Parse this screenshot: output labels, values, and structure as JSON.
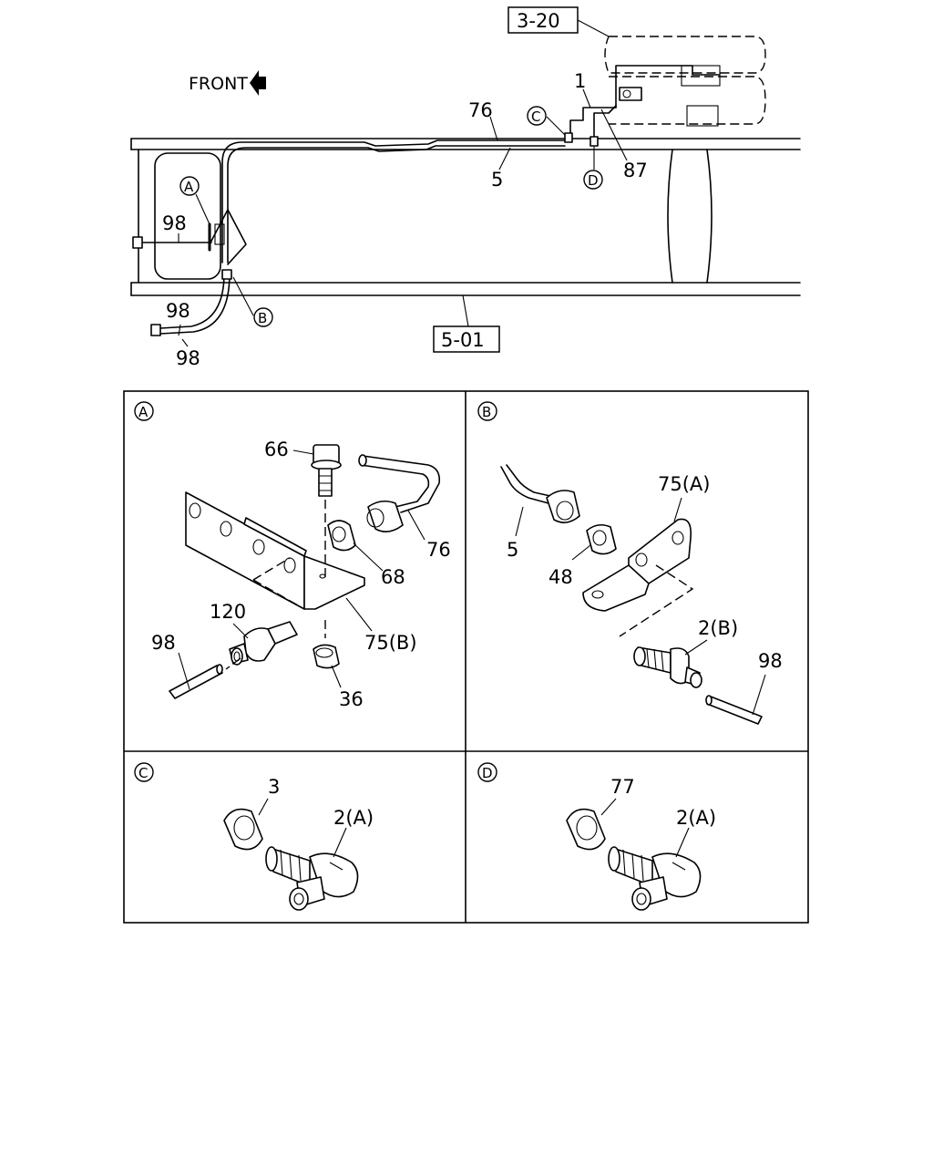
{
  "overview": {
    "direction_label": "FRONT",
    "ref_box_top": "3-20",
    "ref_box_bottom": "5-01",
    "callouts": {
      "a": "A",
      "b": "B",
      "c": "C",
      "d": "D"
    },
    "labels": {
      "p1": "1",
      "p76": "76",
      "p5": "5",
      "p87": "87",
      "p98_left": "98",
      "p98_mid": "98",
      "p98_bottom": "98"
    }
  },
  "detail_a": {
    "tag": "A",
    "labels": {
      "p66": "66",
      "p76": "76",
      "p68": "68",
      "p120": "120",
      "p98": "98",
      "p75b": "75(B)",
      "p36": "36"
    }
  },
  "detail_b": {
    "tag": "B",
    "labels": {
      "p75a": "75(A)",
      "p5": "5",
      "p48": "48",
      "p2b": "2(B)",
      "p98": "98"
    }
  },
  "detail_c": {
    "tag": "C",
    "labels": {
      "p3": "3",
      "p2a": "2(A)"
    }
  },
  "detail_d": {
    "tag": "D",
    "labels": {
      "p77": "77",
      "p2a": "2(A)"
    }
  }
}
